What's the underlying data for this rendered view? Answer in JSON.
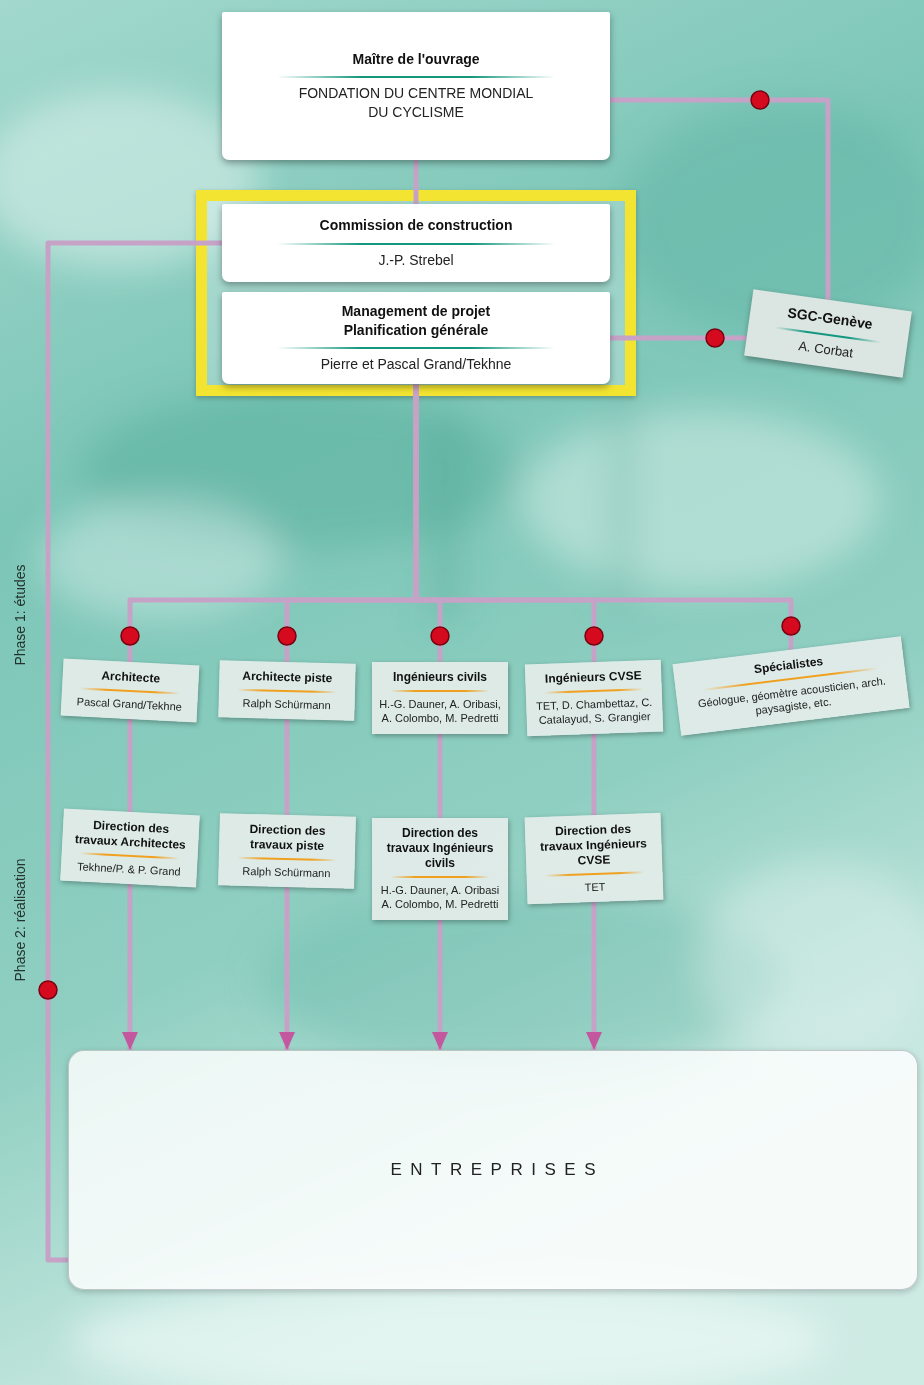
{
  "diagram": {
    "nodes": [
      {
        "text": [
          "Maître de l'ouvrage",
          "FONDATION DU CENTRE MONDIAL DU CYCLISME"
        ]
      },
      {
        "text": [
          "Commission de construction",
          "J.-P. Strebel"
        ]
      },
      {
        "text": [
          "Management de projet Planification générale",
          "Pierre et Pascal Grand/Tekhne"
        ]
      },
      {
        "text": [
          "SGC-Genève",
          "A. Corbat"
        ]
      },
      {
        "text": [
          "Architecte",
          "Pascal Grand/Tekhne"
        ]
      },
      {
        "text": [
          "Architecte piste",
          "Ralph Schürmann"
        ]
      },
      {
        "text": [
          "Ingénieurs civils",
          "H.-G. Dauner, A. Oribasi, A. Colombo, M. Pedretti"
        ]
      },
      {
        "text": [
          "Ingénieurs CVSE",
          "TET, D. Chambettaz, C. Catalayud, S. Grangier"
        ]
      },
      {
        "text": [
          "Spécialistes",
          "Géologue, géomètre acousticien, arch. paysagiste, etc."
        ]
      },
      {
        "text": [
          "Direction des travaux Architectes",
          "Tekhne/P. & P. Grand"
        ]
      },
      {
        "text": [
          "Direction des travaux piste",
          "Ralph Schürmann"
        ]
      },
      {
        "text": [
          "Direction des travaux Ingénieurs civils",
          "H.-G. Dauner, A. Oribasi A. Colombo, M. Pedretti"
        ]
      },
      {
        "text": [
          "Direction des travaux Ingénieurs CVSE",
          "TET"
        ]
      },
      {
        "text": [
          "ENTREPRISES"
        ]
      }
    ],
    "edges": [
      {
        "from": 0,
        "to": 1,
        "arrow": "none"
      },
      {
        "from": 0,
        "to": 3,
        "arrow": "none"
      },
      {
        "from": 1,
        "to": 13,
        "arrow": "none"
      },
      {
        "from": 2,
        "to": 3,
        "arrow": "none"
      },
      {
        "from": 2,
        "to": 4,
        "arrow": "none"
      },
      {
        "from": 2,
        "to": 5,
        "arrow": "none"
      },
      {
        "from": 2,
        "to": 6,
        "arrow": "none"
      },
      {
        "from": 2,
        "to": 7,
        "arrow": "none"
      },
      {
        "from": 2,
        "to": 8,
        "arrow": "none"
      },
      {
        "from": 4,
        "to": 9,
        "arrow": "none"
      },
      {
        "from": 5,
        "to": 10,
        "arrow": "none"
      },
      {
        "from": 6,
        "to": 11,
        "arrow": "none"
      },
      {
        "from": 7,
        "to": 12,
        "arrow": "none"
      },
      {
        "from": 9,
        "to": 13,
        "arrow": "to"
      },
      {
        "from": 10,
        "to": 13,
        "arrow": "to"
      },
      {
        "from": 11,
        "to": 13,
        "arrow": "to"
      },
      {
        "from": 12,
        "to": 13,
        "arrow": "to"
      }
    ],
    "labels": [
      "Phase 1: études",
      "Phase 2: réalisation"
    ]
  }
}
